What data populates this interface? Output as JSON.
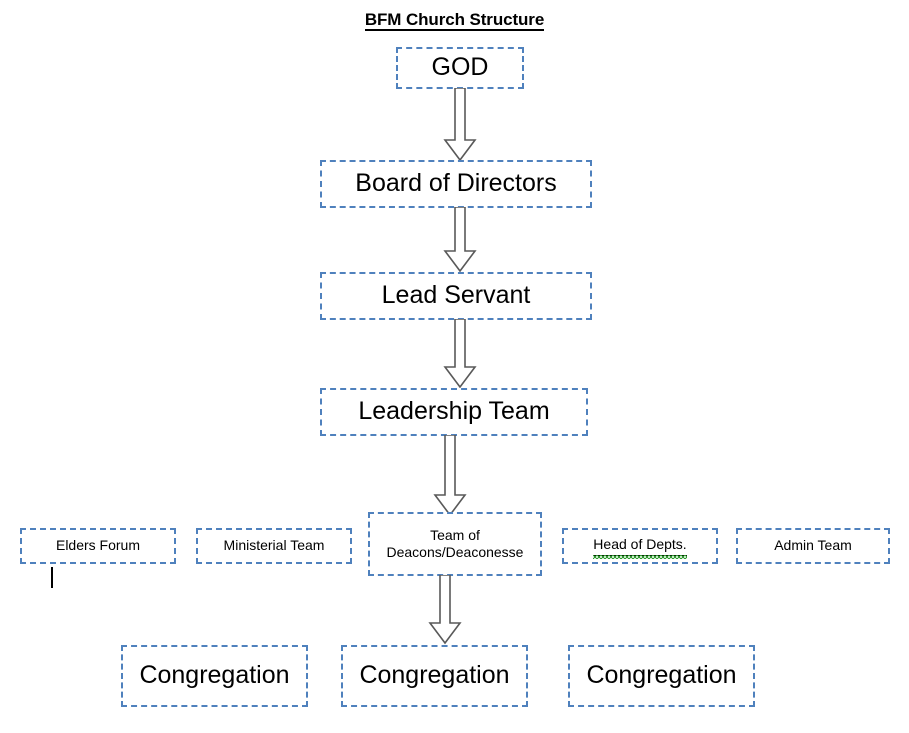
{
  "title": {
    "text": "BFM Church Structure"
  },
  "colors": {
    "box_border": "#4f81bd",
    "arrow_outline": "#595959",
    "arrow_fill": "#ffffff",
    "text": "#000000",
    "background": "#ffffff",
    "spellcheck_underline": "#2e9b2e"
  },
  "chart_data": {
    "type": "diagram",
    "subtype": "org-chart",
    "title": "BFM Church Structure",
    "nodes": [
      {
        "id": "god",
        "label": "GOD",
        "level": 0
      },
      {
        "id": "board",
        "label": "Board of Directors",
        "level": 1
      },
      {
        "id": "lead",
        "label": "Lead Servant",
        "level": 2
      },
      {
        "id": "leadership",
        "label": "Leadership Team",
        "level": 3
      },
      {
        "id": "elders",
        "label": "Elders Forum",
        "level": 4
      },
      {
        "id": "ministerial",
        "label": "Ministerial Team",
        "level": 4
      },
      {
        "id": "deacons",
        "label": "Team of Deacons/Deaconesse",
        "level": 4
      },
      {
        "id": "heads",
        "label": "Head of Depts.",
        "level": 4
      },
      {
        "id": "admin",
        "label": "Admin Team",
        "level": 4
      },
      {
        "id": "cong1",
        "label": "Congregation",
        "level": 5
      },
      {
        "id": "cong2",
        "label": "Congregation",
        "level": 5
      },
      {
        "id": "cong3",
        "label": "Congregation",
        "level": 5
      }
    ],
    "edges": [
      {
        "from": "god",
        "to": "board",
        "style": "block-arrow"
      },
      {
        "from": "board",
        "to": "lead",
        "style": "block-arrow"
      },
      {
        "from": "lead",
        "to": "leadership",
        "style": "block-arrow"
      },
      {
        "from": "leadership",
        "to": "deacons",
        "style": "block-arrow"
      },
      {
        "from": "deacons",
        "to": "cong2",
        "style": "block-arrow"
      },
      {
        "from": "elders",
        "to": "",
        "style": "line-stub"
      }
    ]
  },
  "nodes": {
    "god": {
      "label": "GOD"
    },
    "board": {
      "label": "Board of Directors"
    },
    "lead": {
      "label": "Lead Servant"
    },
    "leadership": {
      "label": "Leadership Team"
    },
    "elders": {
      "label": "Elders Forum"
    },
    "ministerial": {
      "label": "Ministerial Team"
    },
    "deacons": {
      "line1": "Team of",
      "line2": "Deacons/Deaconesse"
    },
    "heads": {
      "label": "Head of Depts."
    },
    "admin": {
      "label": "Admin Team"
    },
    "cong1": {
      "label": "Congregation"
    },
    "cong2": {
      "label": "Congregation"
    },
    "cong3": {
      "label": "Congregation"
    }
  }
}
